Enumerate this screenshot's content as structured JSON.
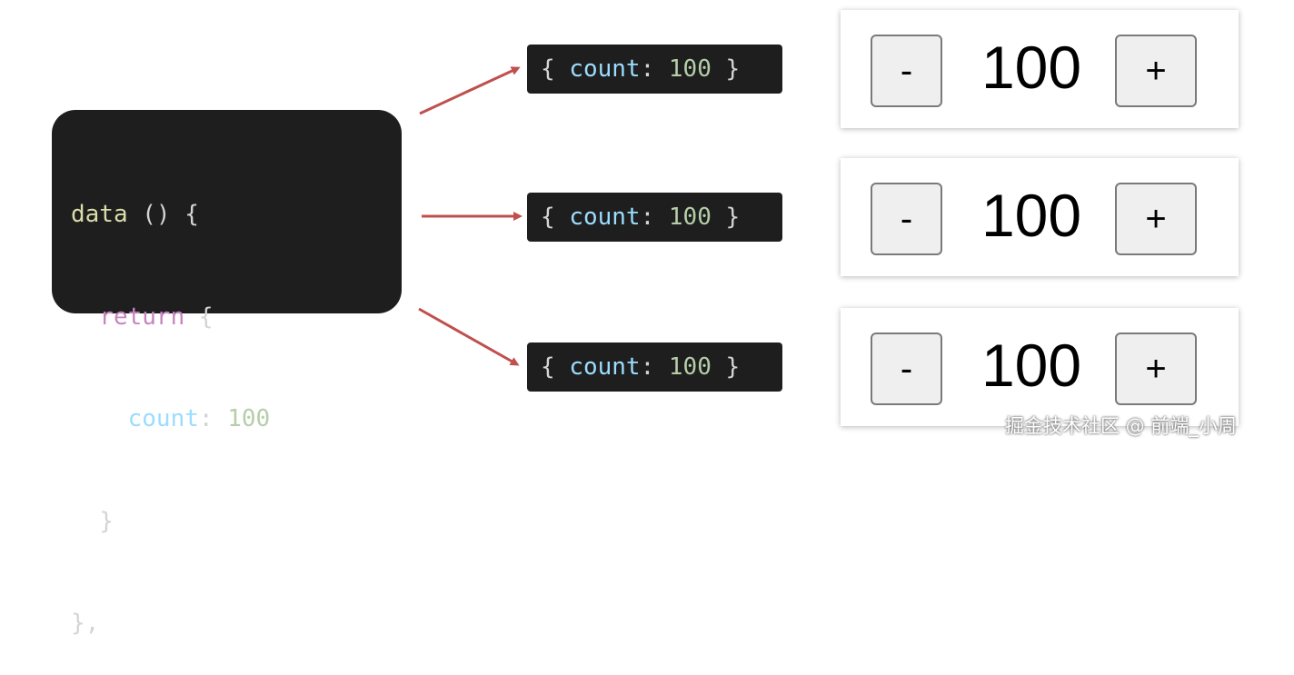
{
  "code": {
    "line1": {
      "fn": "data",
      "rest": " () {"
    },
    "line2": {
      "indent": "  ",
      "kw": "return",
      "rest": " {"
    },
    "line3": {
      "indent": "    ",
      "prop": "count",
      "colon": ": ",
      "num": "100"
    },
    "line4": {
      "text": "  }"
    },
    "line5": {
      "text": "},"
    }
  },
  "objects": [
    {
      "open": "{ ",
      "prop": "count",
      "colon": ": ",
      "num": "100",
      "close": " }"
    },
    {
      "open": "{ ",
      "prop": "count",
      "colon": ": ",
      "num": "100",
      "close": " }"
    },
    {
      "open": "{ ",
      "prop": "count",
      "colon": ": ",
      "num": "100",
      "close": " }"
    }
  ],
  "counters": [
    {
      "minus": "-",
      "value": "100",
      "plus": "+"
    },
    {
      "minus": "-",
      "value": "100",
      "plus": "+"
    },
    {
      "minus": "-",
      "value": "100",
      "plus": "+"
    }
  ],
  "colors": {
    "code_bg": "#1e1e1e",
    "function": "#dcdcaa",
    "keyword": "#c586c0",
    "property": "#9cdcfe",
    "number": "#b5cea8",
    "arrow": "#c0504d"
  },
  "watermark": "掘金技术社区 @ 前端_小周"
}
